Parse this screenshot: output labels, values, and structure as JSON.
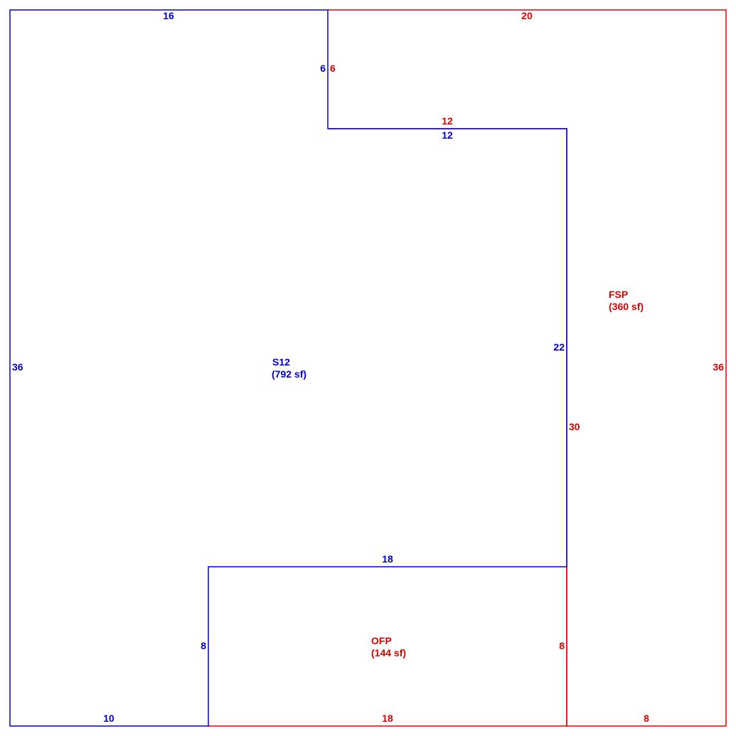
{
  "colors": {
    "living_area": "#0000cc",
    "additions": "#dd0000",
    "background": "#ffffff"
  },
  "areas": {
    "s12": {
      "code": "S12",
      "area": "(792 sf)"
    },
    "fsp": {
      "code": "FSP",
      "area": "(360 sf)"
    },
    "ofp": {
      "code": "OFP",
      "area": "(144 sf)"
    }
  },
  "dimensions": {
    "s12_top": "16",
    "s12_notch_left": "6",
    "fsp_notch_left": "6",
    "fsp_notch_top": "12",
    "s12_notch_bottom": "12",
    "fsp_top": "20",
    "s12_right_upper": "22",
    "fsp_left": "30",
    "fsp_right": "36",
    "s12_left": "36",
    "s12_step_top": "18",
    "s12_step_left": "8",
    "ofp_right": "8",
    "s12_bottom": "10",
    "ofp_bottom": "18",
    "fsp_bottom": "8"
  }
}
